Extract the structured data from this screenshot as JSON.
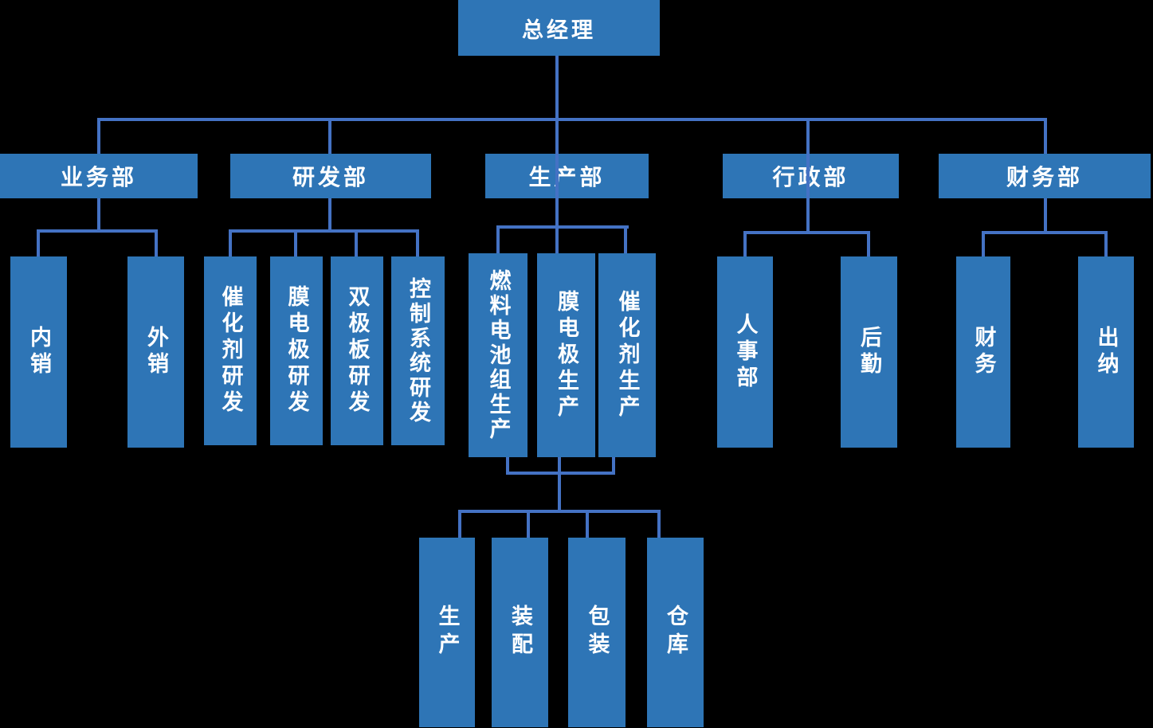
{
  "org_chart": {
    "type": "org-tree",
    "root": {
      "label": "总经理"
    },
    "departments": [
      {
        "label": "业务部",
        "children": [
          {
            "label": "内销"
          },
          {
            "label": "外销"
          }
        ]
      },
      {
        "label": "研发部",
        "children": [
          {
            "label": "催化剂研发"
          },
          {
            "label": "膜电极研发"
          },
          {
            "label": "双极板研发"
          },
          {
            "label": "控制系统研发"
          }
        ]
      },
      {
        "label": "生产部",
        "children": [
          {
            "label": "燃料电池组生产"
          },
          {
            "label": "膜电极生产"
          },
          {
            "label": "催化剂生产"
          }
        ],
        "sub_units": [
          {
            "label": "生产"
          },
          {
            "label": "装配"
          },
          {
            "label": "包装"
          },
          {
            "label": "仓库"
          }
        ]
      },
      {
        "label": "行政部",
        "children": [
          {
            "label": "人事部"
          },
          {
            "label": "后勤"
          }
        ]
      },
      {
        "label": "财务部",
        "children": [
          {
            "label": "财务"
          },
          {
            "label": "出纳"
          }
        ]
      }
    ],
    "colors": {
      "background": "#000000",
      "node_fill": "#2E75B6",
      "connector": "#4472C4",
      "text": "#FFFFFF"
    }
  }
}
